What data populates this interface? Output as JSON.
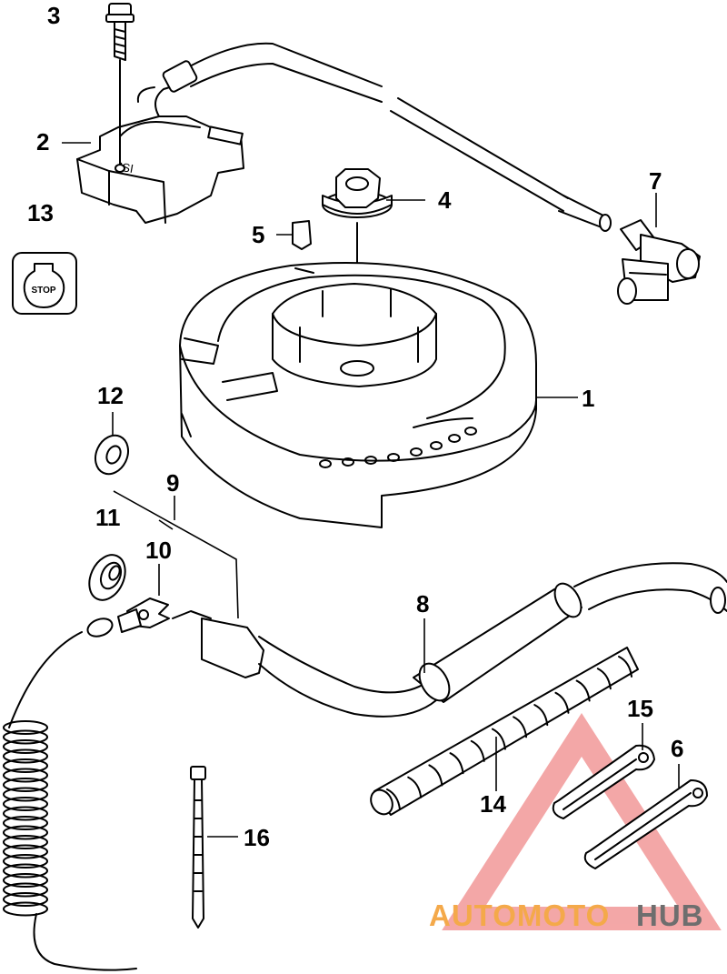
{
  "labels": {
    "p1": "1",
    "p2": "2",
    "p3": "3",
    "p4": "4",
    "p5": "5",
    "p6": "6",
    "p7": "7",
    "p8": "8",
    "p9": "9",
    "p10": "10",
    "p11": "11",
    "p12": "12",
    "p13": "13",
    "p14": "14",
    "p15": "15",
    "p16": "16"
  },
  "stop_switch_text": "STOP",
  "watermark": {
    "part1": "AUTOMOTO",
    "part2": "HUB"
  },
  "colors": {
    "watermark_orange": "#f4a94a",
    "watermark_gray": "#6e6e6e",
    "watermark_triangle": "#f08a8a"
  }
}
